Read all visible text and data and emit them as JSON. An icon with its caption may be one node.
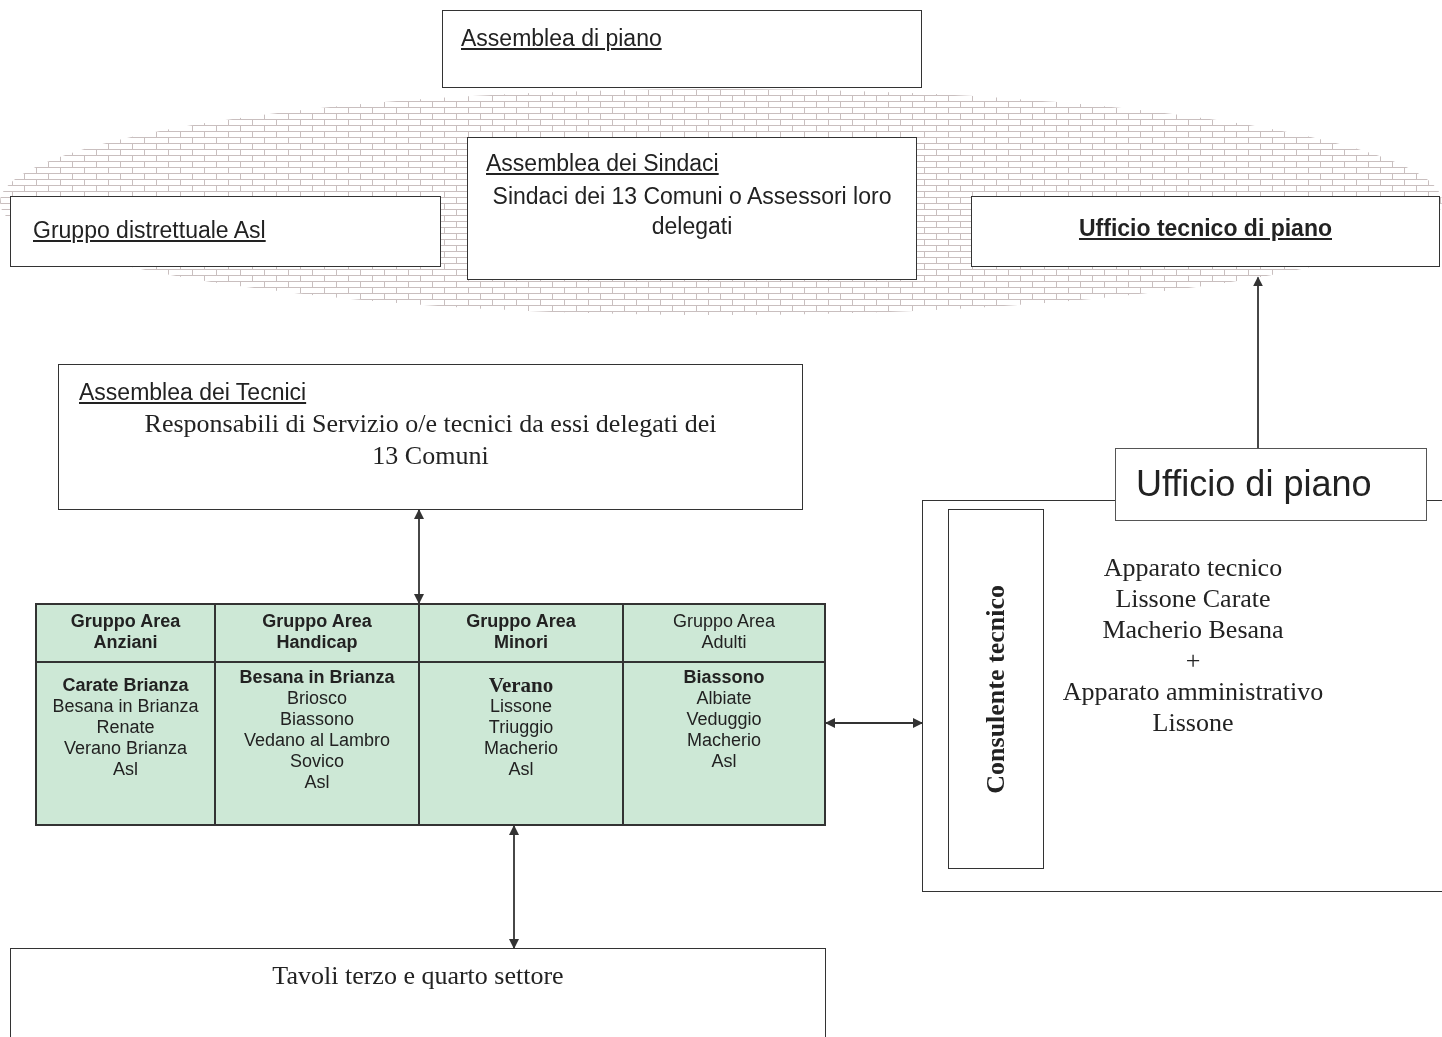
{
  "diagram": {
    "nodes": [
      {
        "text": [],
        "shape": "ellipse"
      },
      {
        "text": [
          "Assemblea di piano"
        ]
      },
      {
        "text": [
          "Gruppo distrettuale Asl"
        ],
        "in": 0
      },
      {
        "text": [
          "Assemblea dei Sindaci",
          "Sindaci dei 13 Comuni o Assessori loro delegati"
        ],
        "in": 0
      },
      {
        "text": [
          "Ufficio tecnico di piano"
        ],
        "in": 0
      },
      {
        "text": [
          "Assemblea dei Tecnici",
          "Responsabili di Servizio o/e tecnici da essi delegati dei 13 Comuni"
        ]
      },
      {
        "text": [],
        "shape": "box"
      },
      {
        "text": [
          "Gruppo Area Anziani"
        ],
        "in": 6
      },
      {
        "text": [
          "Gruppo Area Handicap"
        ],
        "in": 6
      },
      {
        "text": [
          "Gruppo Area Minori"
        ],
        "in": 6
      },
      {
        "text": [
          "Gruppo Area Adulti"
        ],
        "in": 6
      },
      {
        "text": [
          "Carate Brianza",
          "Besana in Brianza",
          "Renate",
          "Verano Brianza",
          "Asl"
        ],
        "in": 6
      },
      {
        "text": [
          "Besana in Brianza",
          "Briosco",
          "Biassono",
          "Vedano al Lambro",
          "Sovico",
          "Asl"
        ],
        "in": 6
      },
      {
        "text": [
          "Verano",
          "Lissone",
          "Triuggio",
          "Macherio",
          "Asl"
        ],
        "in": 6
      },
      {
        "text": [
          "Biassono",
          "Albiate",
          "Veduggio",
          "Macherio",
          "Asl"
        ],
        "in": 6
      },
      {
        "text": [
          "Tavoli terzo e quarto settore"
        ]
      },
      {
        "text": [
          "Ufficio di piano",
          "Apparato tecnico",
          "Lissone Carate",
          "Macherio Besana",
          "+",
          "Apparato amministrativo",
          "Lissone"
        ]
      },
      {
        "text": [
          "Consulente tecnico"
        ],
        "in": 16
      }
    ],
    "edges": [
      {
        "from": 16,
        "to": 0,
        "arrow": "to"
      },
      {
        "from": 5,
        "to": 6,
        "arrow": "both"
      },
      {
        "from": 6,
        "to": 15,
        "arrow": "both"
      },
      {
        "from": 6,
        "to": 16,
        "arrow": "both"
      }
    ]
  }
}
